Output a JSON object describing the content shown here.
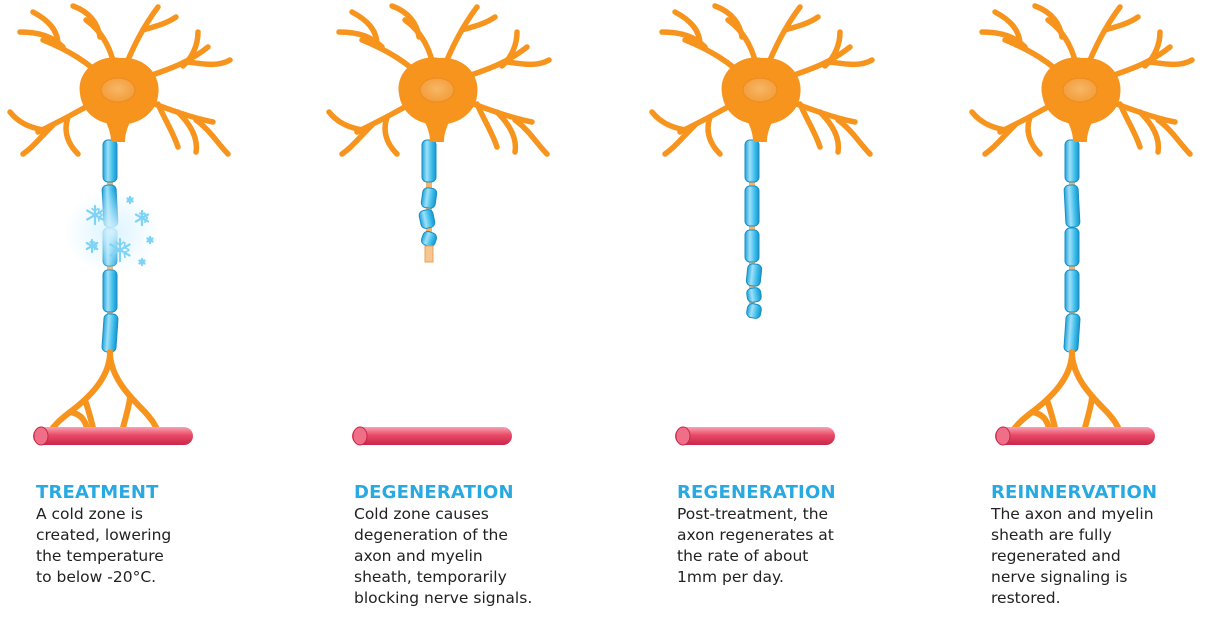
{
  "colors": {
    "neuron": "#f7941d",
    "nucleus": "#f5a94a",
    "myelin": "#29b6e8",
    "myelin_light": "#9fe0f8",
    "muscle": "#e63d5b",
    "muscle_light": "#f7a3b3",
    "title": "#29a9e1",
    "snow": "#7fd3f5"
  },
  "icons": [
    "neuron-icon",
    "myelin-sheath-icon",
    "muscle-fiber-icon",
    "snowflake-icon"
  ],
  "stages": [
    {
      "title": "TREATMENT",
      "desc": "A cold zone is\ncreated, lowering\nthe temperature\nto below -20°C."
    },
    {
      "title": "DEGENERATION",
      "desc": "Cold zone causes\ndegeneration of the\naxon and myelin\nsheath, temporarily\nblocking nerve signals."
    },
    {
      "title": "REGENERATION",
      "desc": "Post-treatment, the\naxon regenerates at\nthe rate of about\n1mm per day."
    },
    {
      "title": "REINNERVATION",
      "desc": "The axon and myelin\nsheath are fully\nregenerated and\nnerve signaling is\nrestored."
    }
  ]
}
